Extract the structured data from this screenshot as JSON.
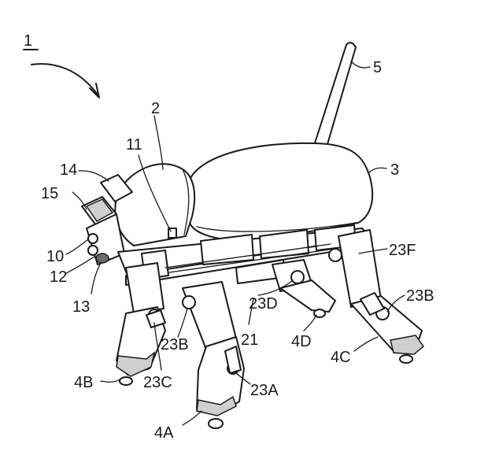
{
  "labels": {
    "l1": "1",
    "l2": "2",
    "l3": "3",
    "l5": "5",
    "l10": "10",
    "l11": "11",
    "l12": "12",
    "l13": "13",
    "l14": "14",
    "l15": "15",
    "l21": "21",
    "l23A": "23A",
    "l23B_front": "23B",
    "l23B_rear": "23B",
    "l23C": "23C",
    "l23D": "23D",
    "l23F": "23F",
    "l4A": "4A",
    "l4B": "4B",
    "l4C": "4C",
    "l4D": "4D"
  }
}
